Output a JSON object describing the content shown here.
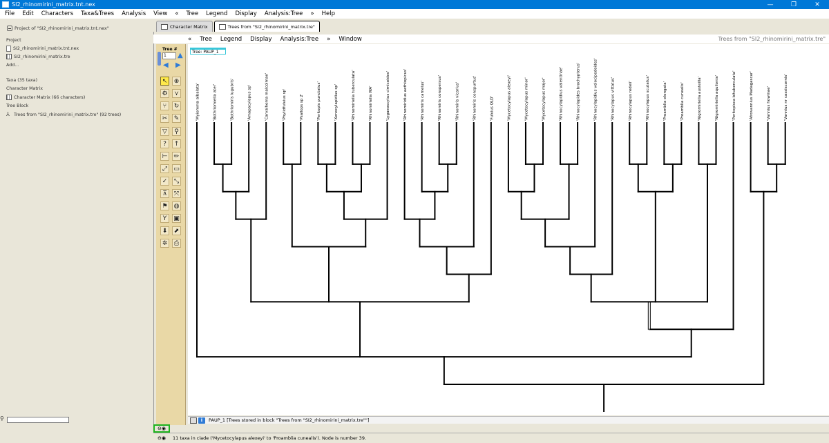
{
  "window": {
    "title": "SI2_rhinomirini_matrix.tnt.nex",
    "minimize_glyph": "—",
    "maximize_glyph": "❐",
    "close_glyph": "✕"
  },
  "menubar": {
    "items": [
      "File",
      "Edit",
      "Characters",
      "Taxa&Trees",
      "Analysis",
      "View",
      "«",
      "Tree",
      "Legend",
      "Display",
      "Analysis:Tree",
      "»",
      "Help"
    ]
  },
  "sidebar": {
    "project_header": "Project of \"SI2_rhinomirini_matrix.tnt.nex\"",
    "project_label": "Project",
    "file1": "SI2_rhinomirini_matrix.tnt.nex",
    "file2": "SI2_rhinomirini_matrix.tre",
    "add": "Add...",
    "taxa": "Taxa (35 taxa)",
    "char_matrix_label": "Character Matrix",
    "char_matrix_item": "Character Matrix (66 characters)",
    "tree_block_label": "Tree Block",
    "tree_block_item": "Trees from \"SI2_rhinomirini_matrix.tre\" (92 trees)"
  },
  "tabs": [
    {
      "label": "Character Matrix"
    },
    {
      "label": "Trees from \"SI2_rhinomirini_matrix.tre\""
    }
  ],
  "tree_window": {
    "menu": [
      "«",
      "Tree",
      "Legend",
      "Display",
      "Analysis:Tree",
      "»",
      "Window"
    ],
    "right_title": "Trees from \"SI2_rhinomirini_matrix.tre\"",
    "tree_num_label": "Tree #",
    "tree_num_value": "1",
    "tree_name_label": "Tree: PAUP_1",
    "info_text": "PAUP_1   [Trees stored in block \"Trees from \"SI2_rhinomirini_matrix.tre\"\"]"
  },
  "status": {
    "message": "11 taxa in clade ('Mycetocylapus alexeyi' to 'Proamblia cunealis').  Node is number 39."
  },
  "tree": {
    "taxa": [
      "'Myiomma albalata'",
      "'Bothriomiella ater'",
      "'Bothriomiris lugubris'",
      "'Amapacylapus sp'",
      "'Carvalhoma malcolmae'",
      "'Phylidfulvius sp'",
      "'Psallops sp 2'",
      "'Peritopis punctatus'",
      "'Xenocylapidius sp'",
      "'Rhinomiriella tuberculata'",
      "'Rhinomiriella WA'",
      "'Lygaeoscytus cimicoides'",
      "'Rhinomiridius aethiopicus'",
      "'Rhinomiris camelus'",
      "'Rhinomiris conspersus'",
      "'Rhinomiris vicarius'",
      "'Rhinomiris conspurtus'",
      "'Fulvius QLD'",
      "'Mycetocylapus alexeyi'",
      "'Mycetocylapus minor'",
      "'Mycetocylapus major'",
      "'Rhinocylapidius valentinae'",
      "'Rhinocylapides brachypterus'",
      "'Rhinocylapidius velocipedoides'",
      "'Rhinocylapus vittatus'",
      "'Rhinocylapus redeii'",
      "'Rhinocylapus scutatus'",
      "'Proamblia elongata'",
      "'Proamblia cunealis'",
      "'Nigromiriella austeilla'",
      "'Nigromiriella aquilonia'",
      "'Peritopisca bituberculata'",
      "'Afrovannius Madagascar'",
      "'Vannius howinae'",
      "'Vannius nr cassiscornis'"
    ],
    "newick": "((0,((((1,2),3),4),((5,6),(((7,8),(9,10)),11)),(((12,(13,(14,15))),16),17)),((((((18,(19,20)),(21,22)),23),24),((25,26),(27,28)),(29,30)),31)),(32,(33,34))))",
    "selected_clade_taxa": [
      "'Mycetocylapus alexeyi'",
      "'Proamblia cunealis'"
    ]
  }
}
